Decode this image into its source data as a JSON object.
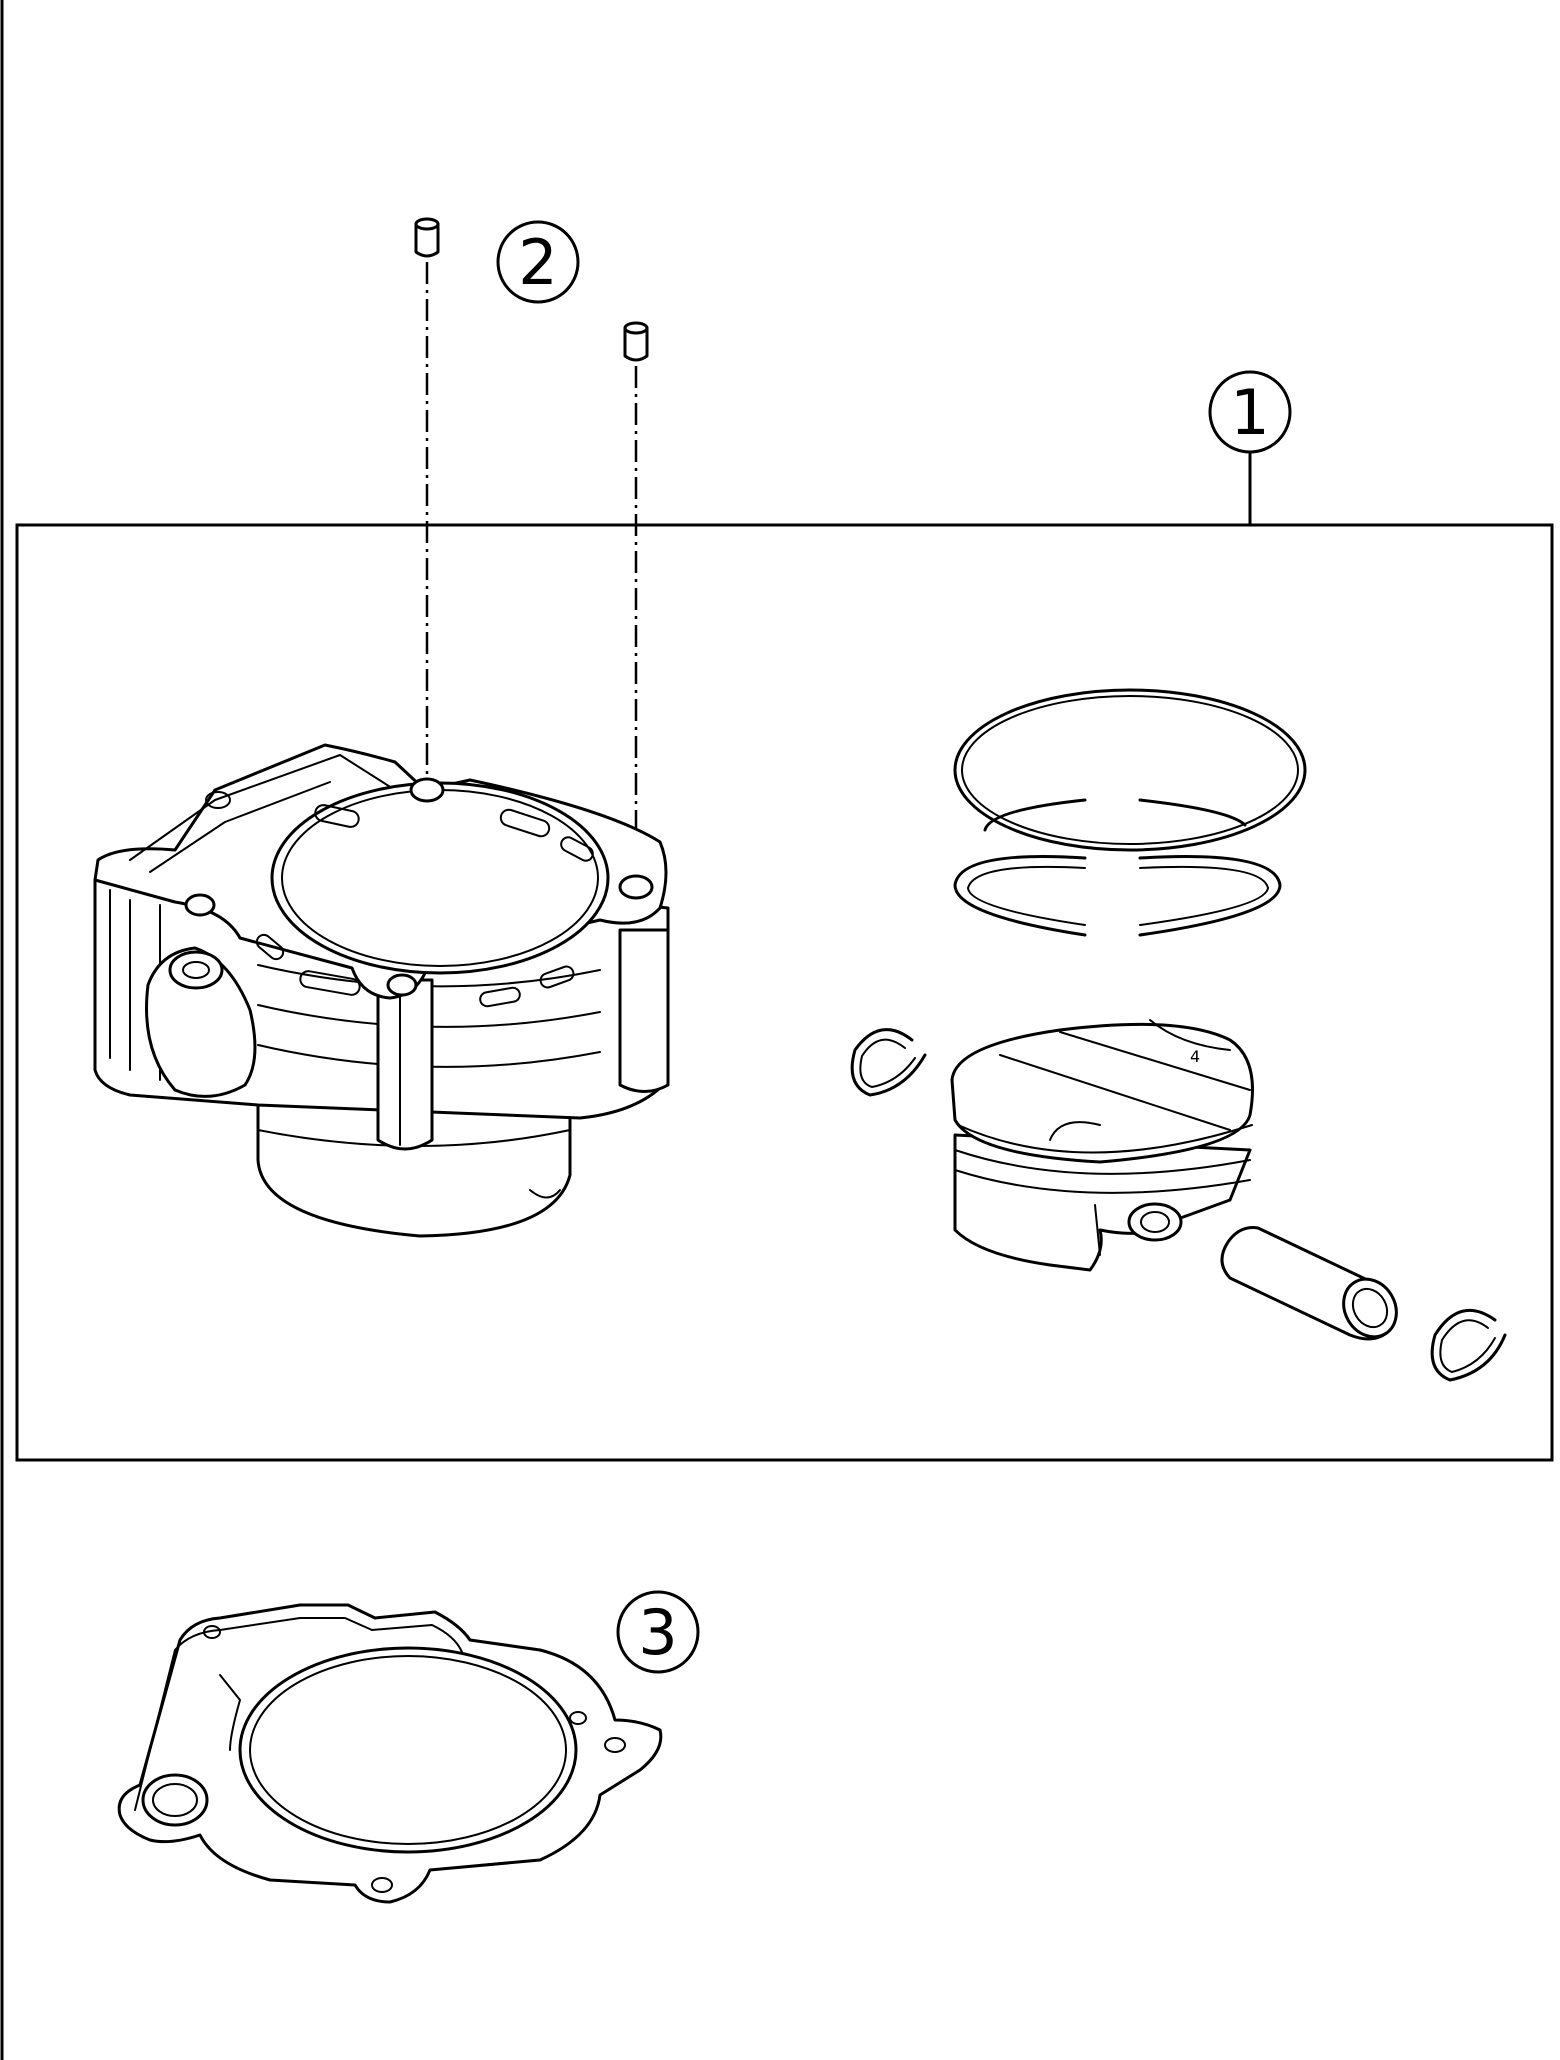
{
  "callouts": [
    {
      "label": "1"
    },
    {
      "label": "2"
    },
    {
      "label": "3"
    }
  ],
  "parts": {
    "cylinder_kit": {
      "callout": "1"
    },
    "dowel_pins": {
      "callout": "2",
      "count": 2
    },
    "base_gasket": {
      "callout": "3"
    }
  },
  "colors": {
    "line": "#000000",
    "background": "#ffffff"
  }
}
